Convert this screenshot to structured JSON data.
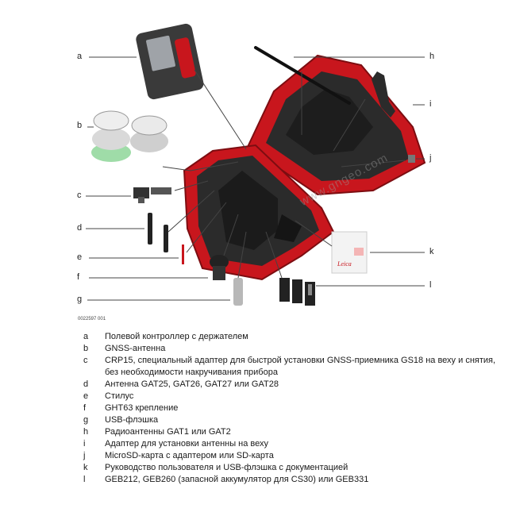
{
  "figure": {
    "callouts": [
      {
        "key": "a"
      },
      {
        "key": "b"
      },
      {
        "key": "c"
      },
      {
        "key": "d"
      },
      {
        "key": "e"
      },
      {
        "key": "f"
      },
      {
        "key": "g"
      },
      {
        "key": "h"
      },
      {
        "key": "i"
      },
      {
        "key": "j"
      },
      {
        "key": "k"
      },
      {
        "key": "l"
      }
    ],
    "watermark": "www.gngeo.com",
    "figure_code": "0022597 001",
    "colors": {
      "case_red": "#c8161d",
      "case_dark_red": "#8e0f14",
      "foam": "#2b2b2b",
      "line": "#444444"
    }
  },
  "legend": [
    {
      "key": "a",
      "text": "Полевой контроллер с держателем"
    },
    {
      "key": "b",
      "text": "GNSS-антенна"
    },
    {
      "key": "c",
      "text": "CRP15, специальный адаптер для быстрой установки GNSS-приемника GS18 на веху и снятия, без необходимости накручивания прибора"
    },
    {
      "key": "d",
      "text": "Антенна GAT25, GAT26, GAT27 или GAT28"
    },
    {
      "key": "e",
      "text": "Стилус"
    },
    {
      "key": "f",
      "text": "GHT63 крепление"
    },
    {
      "key": "g",
      "text": "USB-флэшка"
    },
    {
      "key": "h",
      "text": "Радиоантенны GAT1 или GAT2"
    },
    {
      "key": "i",
      "text": "Адаптер для установки антенны на веху"
    },
    {
      "key": "j",
      "text": "MicroSD-карта с адаптером или SD-карта"
    },
    {
      "key": "k",
      "text": "Руководство пользователя и USB-флэшка с документацией"
    },
    {
      "key": "l",
      "text": "GEB212, GEB260 (запасной аккумулятор для CS30) или GEB331"
    }
  ]
}
